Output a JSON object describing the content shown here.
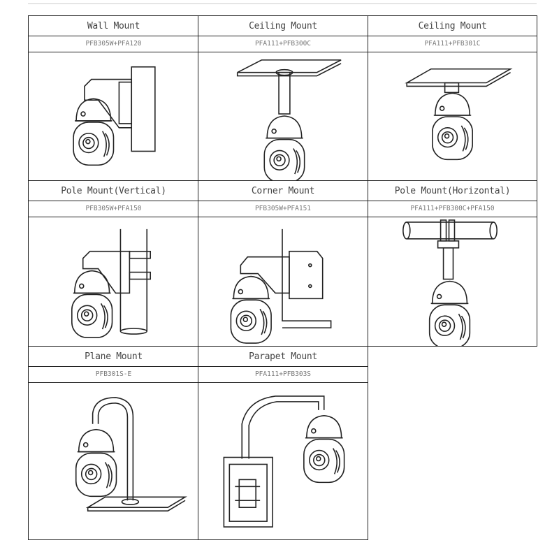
{
  "mounts": [
    {
      "title": "Wall Mount",
      "model": "PFB305W+PFA120"
    },
    {
      "title": "Ceiling Mount",
      "model": "PFA111+PFB300C"
    },
    {
      "title": "Ceiling Mount",
      "model": "PFA111+PFB301C"
    },
    {
      "title": "Pole Mount(Vertical)",
      "model": "PFB305W+PFA150"
    },
    {
      "title": "Corner Mount",
      "model": "PFB305W+PFA151"
    },
    {
      "title": "Pole Mount(Horizontal)",
      "model": "PFA111+PFB300C+PFA150"
    },
    {
      "title": "Plane Mount",
      "model": "PFB301S-E"
    },
    {
      "title": "Parapet Mount",
      "model": "PFA111+PFB303S"
    }
  ]
}
